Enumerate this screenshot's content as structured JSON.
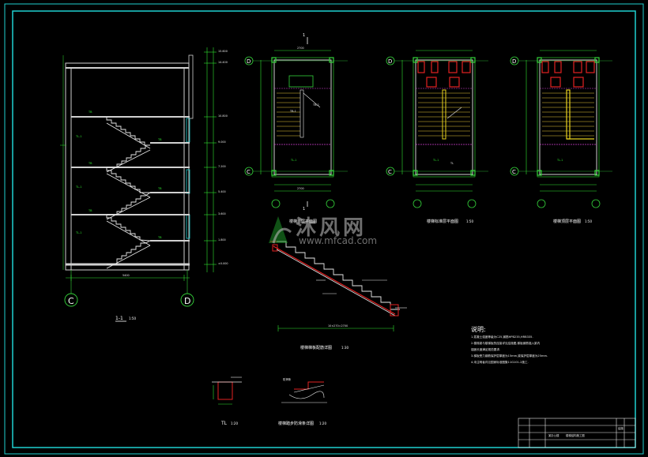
{
  "watermark": {
    "cn": "沐风网",
    "url": "www.mfcad.com"
  },
  "colors": {
    "background": "#000000",
    "frame": "#1fd0d0",
    "wall": "#d0d0d0",
    "stair": "#e8e8e8",
    "column": "#34d23a",
    "dim": "#2fe32f",
    "axis": "#34d23a",
    "beam": "#d040d0",
    "red": "#e22222",
    "yellow": "#e8d21e",
    "text": "#ffffff"
  },
  "section": {
    "axes": [
      "C",
      "D"
    ],
    "caption": "1-1",
    "scale": "1:50"
  },
  "plans": [
    {
      "axes_left": [
        "D",
        "C"
      ],
      "caption": "楼梯首层平面图",
      "scale": "1:50",
      "section_mark": "1"
    },
    {
      "axes_left": [
        "D",
        "C"
      ],
      "caption": "楼梯标准层平面图",
      "scale": "1:50"
    },
    {
      "axes_left": [
        "D",
        "C"
      ],
      "caption": "楼梯顶层平面图",
      "scale": "1:50"
    }
  ],
  "details": [
    {
      "caption": "楼梯梯板配筋详图",
      "scale": "1:30"
    },
    {
      "caption": "TL",
      "scale": "1:20"
    },
    {
      "caption": "楼梯踏步防滑条详图",
      "scale": "1:20"
    }
  ],
  "notes": {
    "title": "说明:",
    "lines": [
      "1.混凝土强度等级为C25,钢筋HPB235,HRB335.",
      "2.楼梯梁与楼梯板的连接详见结施图,梯板钢筋锚入梁内",
      "  锚固长度满足规范要求.",
      "3.梯板受力钢筋保护层厚度为15mm,梁保护层厚度为25mm.",
      "4.未注明者详见国家标准图集11G101-2施工."
    ]
  },
  "title_block": {
    "project": "某办公楼",
    "drawing": "楼梯结构施工图",
    "sheet": "结施"
  }
}
